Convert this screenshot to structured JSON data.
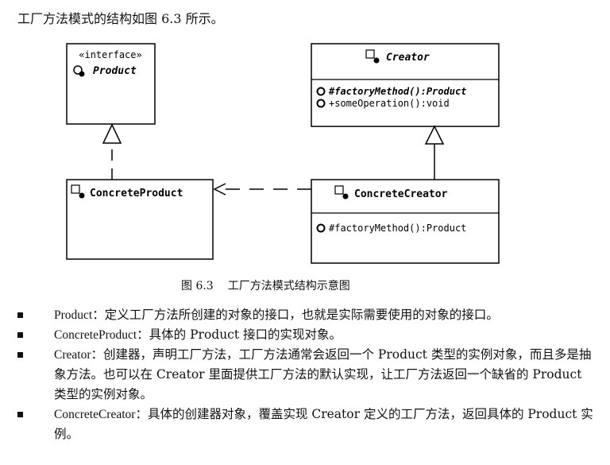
{
  "intro": "工厂方法模式的结构如图 6.3 所示。",
  "diagram": {
    "product": {
      "stereotype": "«interface»",
      "name": "Product"
    },
    "creator": {
      "name": "Creator",
      "ops": [
        "#factoryMethod():Product",
        "+someOperation():void"
      ]
    },
    "concrete_product": {
      "name": "ConcreteProduct"
    },
    "concrete_creator": {
      "name": "ConcreteCreator",
      "ops": [
        "#factoryMethod():Product"
      ]
    }
  },
  "caption": {
    "num": "图 6.3",
    "text": "工厂方法模式结构示意图"
  },
  "bullets": [
    {
      "term": "Product",
      "text": "：定义工厂方法所创建的对象的接口，也就是实际需要使用的对象的接口。"
    },
    {
      "term": "ConcreteProduct",
      "text": "：具体的 Product 接口的实现对象。"
    },
    {
      "term": "Creator",
      "text": "：创建器，声明工厂方法，工厂方法通常会返回一个 Product 类型的实例对象，而且多是抽象方法。也可以在 Creator 里面提供工厂方法的默认实现，让工厂方法返回一个缺省的 Product 类型的实例对象。"
    },
    {
      "term": "ConcreteCreator",
      "text": "：具体的创建器对象，覆盖实现 Creator 定义的工厂方法，返回具体的 Product 实例。"
    }
  ]
}
